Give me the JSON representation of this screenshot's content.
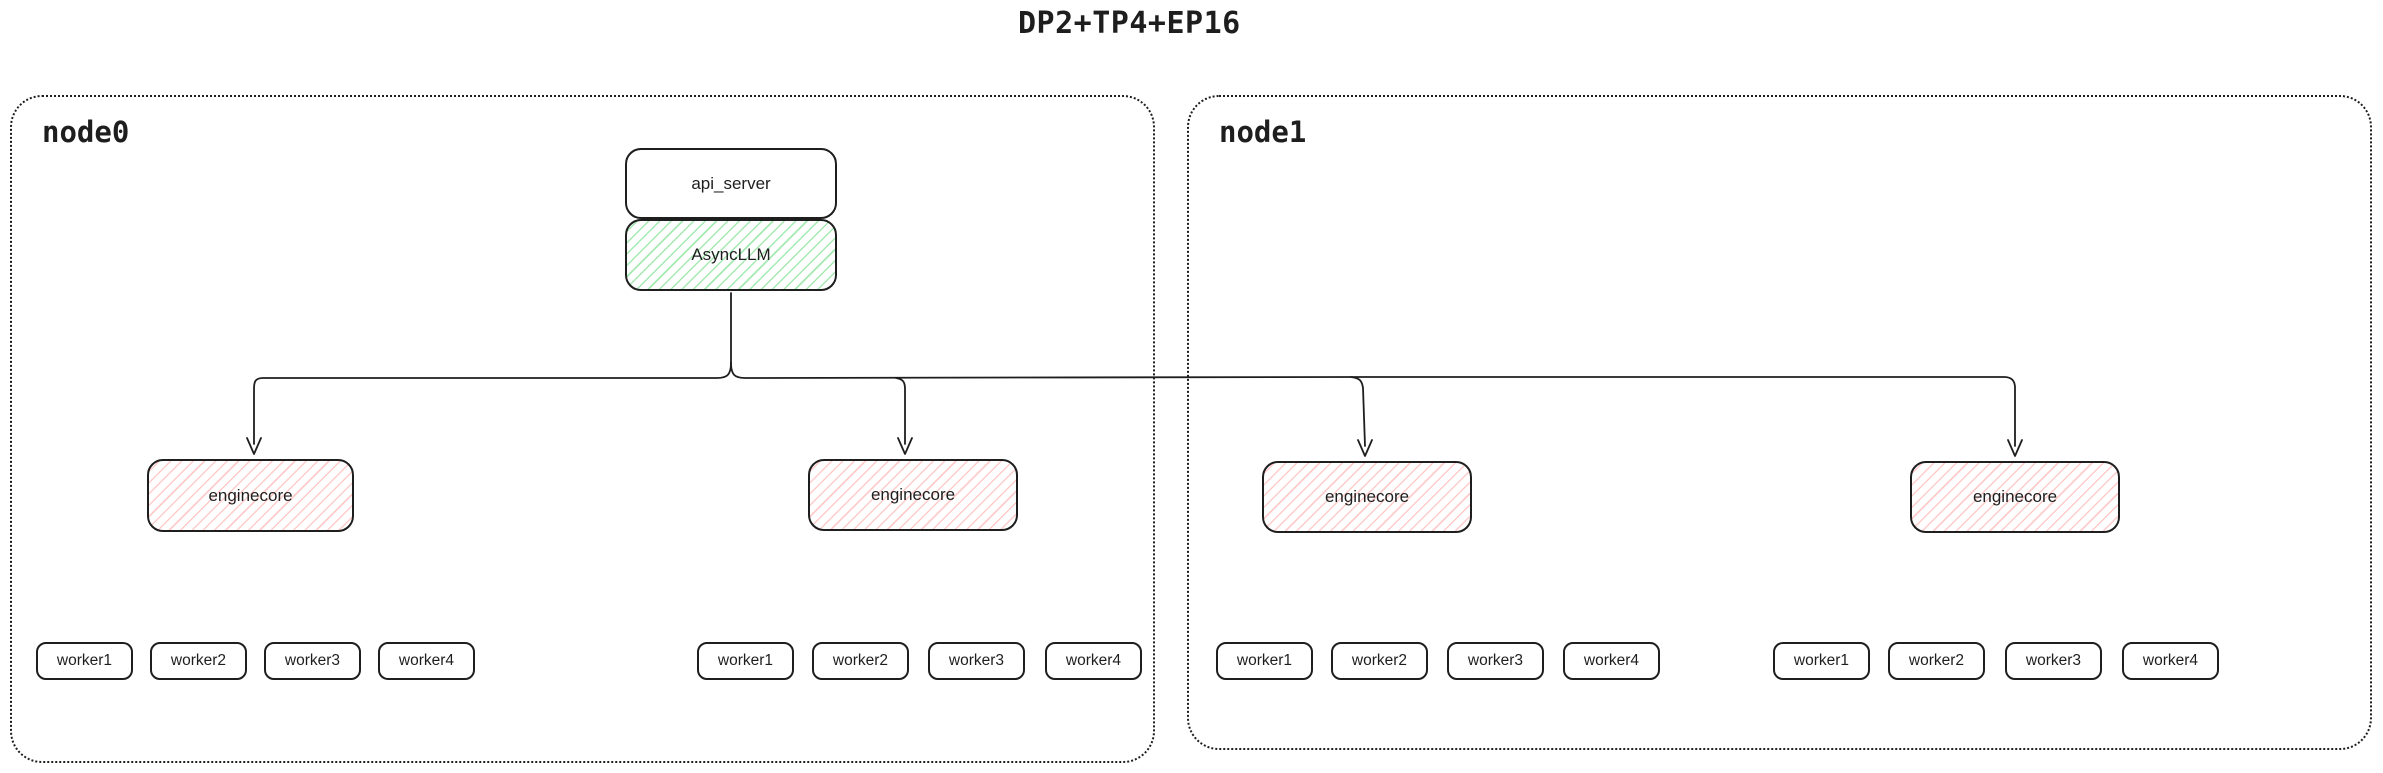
{
  "title": "DP2+TP4+EP16",
  "api_server": {
    "label": "api_server"
  },
  "async_llm": {
    "label": "AsyncLLM"
  },
  "nodes": [
    {
      "label": "node0",
      "enginecores": [
        {
          "label": "enginecore"
        },
        {
          "label": "enginecore"
        }
      ],
      "worker_groups": [
        {
          "workers": [
            "worker1",
            "worker2",
            "worker3",
            "worker4"
          ]
        },
        {
          "workers": [
            "worker1",
            "worker2",
            "worker3",
            "worker4"
          ]
        }
      ]
    },
    {
      "label": "node1",
      "enginecores": [
        {
          "label": "enginecore"
        },
        {
          "label": "enginecore"
        }
      ],
      "worker_groups": [
        {
          "workers": [
            "worker1",
            "worker2",
            "worker3",
            "worker4"
          ]
        },
        {
          "workers": [
            "worker1",
            "worker2",
            "worker3",
            "worker4"
          ]
        }
      ]
    }
  ],
  "colors": {
    "stroke": "#1e1e1e",
    "async_llm_hatch": "#69db7c",
    "enginecore_hatch": "#ffa8a8",
    "background": "#ffffff"
  }
}
